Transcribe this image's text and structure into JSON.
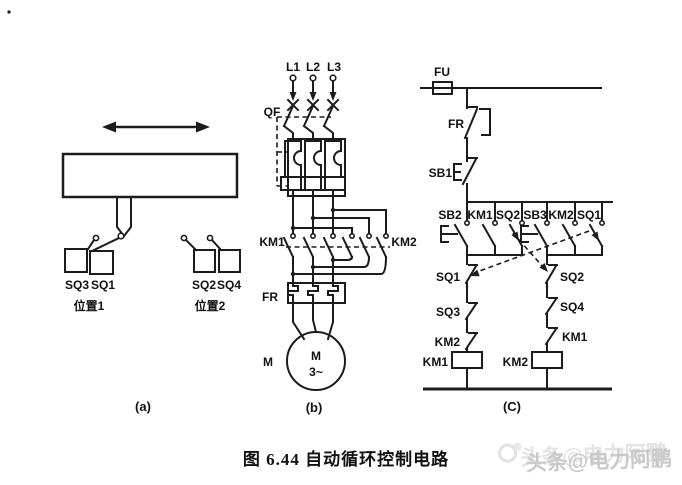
{
  "colors": {
    "line": "#1c1c1c",
    "watermark": "#c9c9c9"
  },
  "caption": "图 6.44  自动循环控制电路",
  "watermark": "头条@电力阿鹏",
  "panel_a": {
    "tag": "(a)",
    "sq3": "SQ3",
    "sq1": "SQ1",
    "sq2": "SQ2",
    "sq4": "SQ4",
    "pos1": "位置1",
    "pos2": "位置2"
  },
  "panel_b": {
    "tag": "(b)",
    "l1": "L1",
    "l2": "L2",
    "l3": "L3",
    "qf": "QF",
    "km1": "KM1",
    "km2": "KM2",
    "fr": "FR",
    "motor_label": "M",
    "motor_inner_m": "M",
    "motor_inner_3": "3~"
  },
  "panel_c": {
    "tag": "(C)",
    "fu": "FU",
    "fr": "FR",
    "sb1": "SB1",
    "row": [
      "SB2",
      "KM1",
      "SQ2",
      "SB3",
      "KM2",
      "SQ1"
    ],
    "left_chain": [
      "SQ1",
      "SQ3",
      "KM2"
    ],
    "right_chain": [
      "SQ2",
      "SQ4",
      "KM1"
    ],
    "coil_left": "KM1",
    "coil_right": "KM2"
  }
}
